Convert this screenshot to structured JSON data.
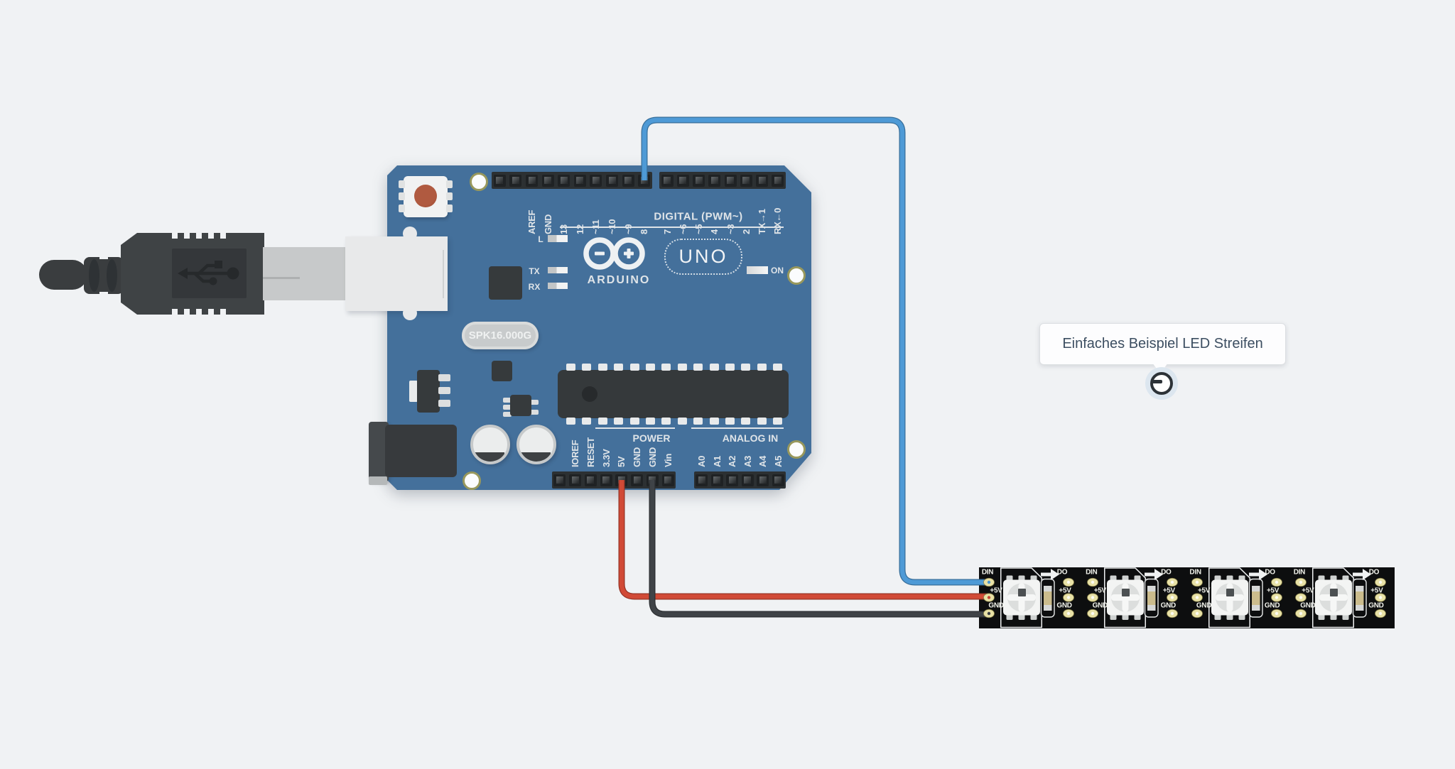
{
  "canvas": {
    "background": "#f0f2f4"
  },
  "annotation": {
    "text": "Einfaches Beispiel LED Streifen",
    "icon": "minus"
  },
  "board": {
    "brand": "ARDUINO",
    "model": "UNO",
    "crystal": "SPK16.000G",
    "digital_header_label": "DIGITAL (PWM~)",
    "power_header_label": "POWER",
    "analog_header_label": "ANALOG IN",
    "on_led_label": "ON",
    "builtin_led_label": "L",
    "tx_led_label": "TX",
    "rx_led_label": "RX",
    "board_color": "#44709b",
    "top_left_pin_labels": [
      "AREF",
      "GND",
      "13",
      "12",
      "~11",
      "~10",
      "~9",
      "8"
    ],
    "top_right_pin_labels": [
      "7",
      "~6",
      "~5",
      "4",
      "~3",
      "2",
      "TX→1",
      "RX←0"
    ],
    "power_pin_labels": [
      "IOREF",
      "RESET",
      "3.3V",
      "5V",
      "GND",
      "GND",
      "Vin"
    ],
    "analog_pin_labels": [
      "A0",
      "A1",
      "A2",
      "A3",
      "A4",
      "A5"
    ]
  },
  "led_strip": {
    "segments": 4,
    "din_label": "DIN",
    "dout_label": "DO",
    "power_label": "+5V",
    "ground_label": "GND",
    "pcb_color": "#0d0e0f",
    "pad_color": "#e8e1a6"
  },
  "wires": [
    {
      "name": "signal-wire",
      "color": "#4e9ad6",
      "from": "pin 8",
      "to": "DIN"
    },
    {
      "name": "power-wire",
      "color": "#d14a36",
      "from": "5V",
      "to": "+5V"
    },
    {
      "name": "ground-wire",
      "color": "#3f4347",
      "from": "GND",
      "to": "GND"
    }
  ]
}
